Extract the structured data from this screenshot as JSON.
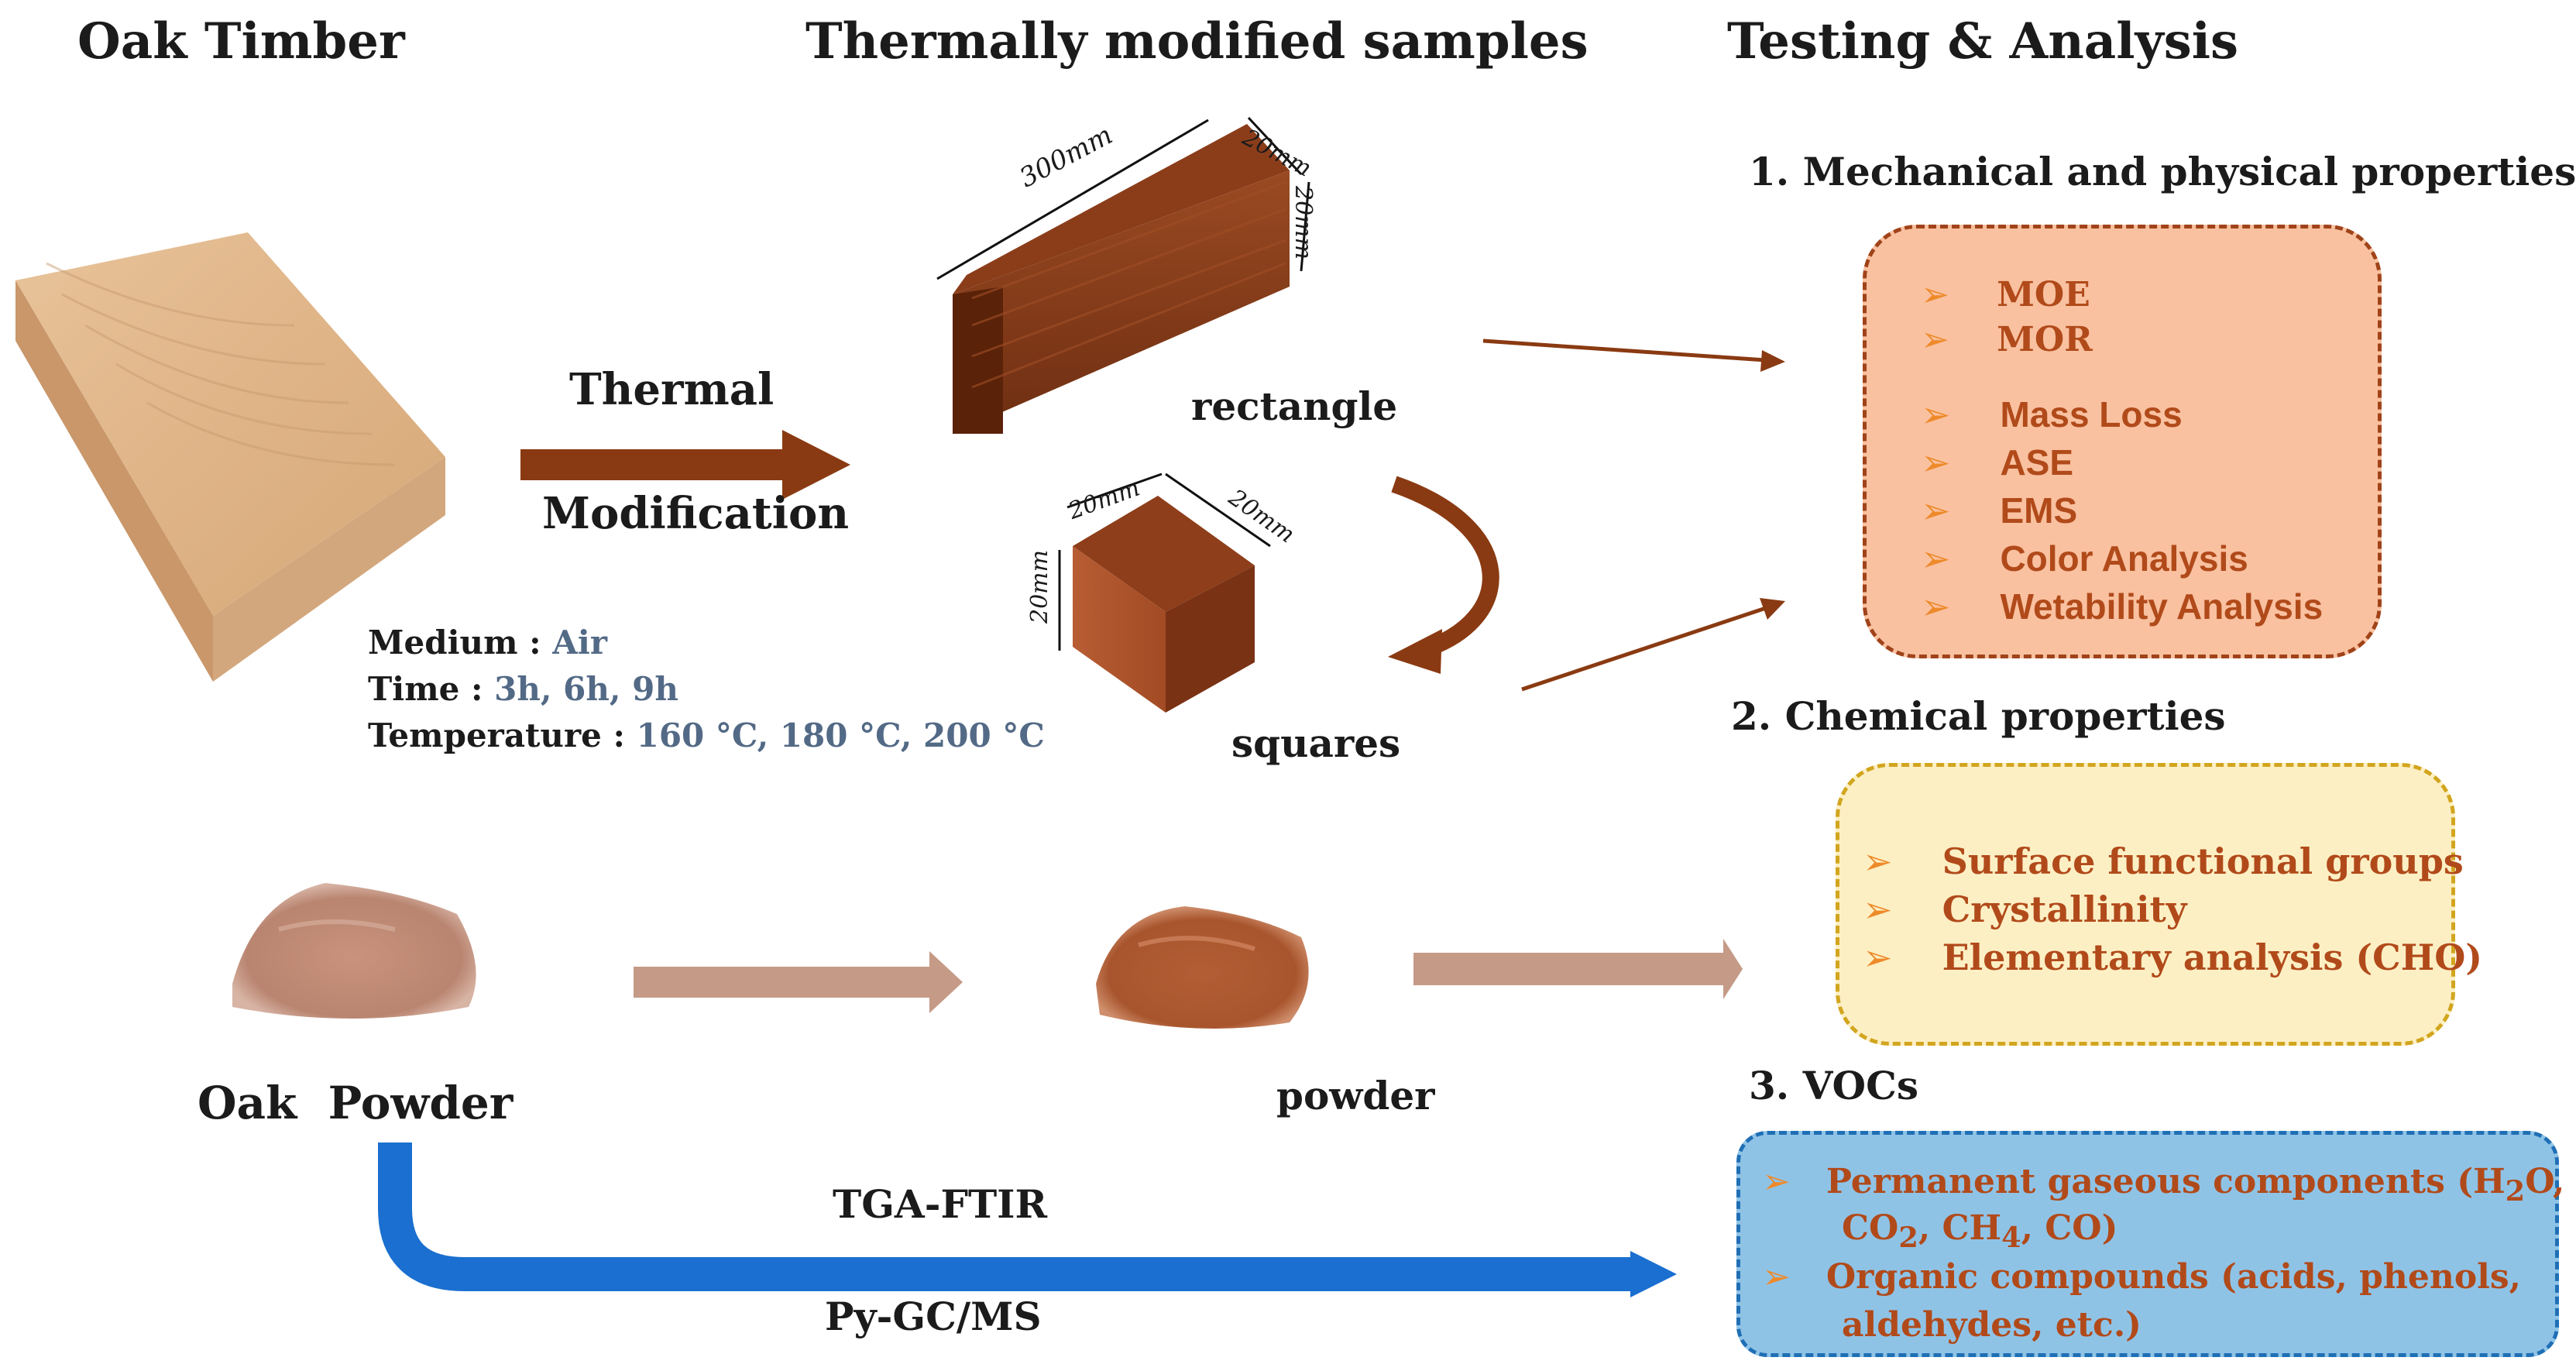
{
  "headers": {
    "col1": "Oak Timber",
    "col2": "Thermally modified samples",
    "col3": "Testing & Analysis"
  },
  "arrow_label": {
    "line1": "Thermal",
    "line2": "Modification"
  },
  "conditions": {
    "medium_label": "Medium",
    "medium_value": "Air",
    "time_label": "Time",
    "time_value": "3h, 6h, 9h",
    "temp_label": "Temperature",
    "temp_value": "160 °C, 180 °C, 200 °C",
    "sep": ":"
  },
  "dimensions": {
    "rect_length": "300mm",
    "rect_width": "20mm",
    "rect_height": "20mm",
    "cube_a": "20mm",
    "cube_b": "20mm",
    "cube_c": "20mm"
  },
  "sample_labels": {
    "rectangle": "rectangle",
    "squares": "squares",
    "powder": "powder"
  },
  "oak_powder": "Oak  Powder",
  "path_labels": {
    "tga": "TGA-FTIR",
    "py": "Py-GC/MS"
  },
  "section1": {
    "title": "1. Mechanical and physical properties",
    "items_serif": [
      "MOE",
      "MOR"
    ],
    "items_sans": [
      "Mass Loss",
      "ASE",
      "EMS",
      "Color Analysis",
      "Wetability Analysis"
    ]
  },
  "section2": {
    "title": "2. Chemical properties",
    "items": [
      "Surface functional groups",
      "Crystallinity",
      "Elementary analysis (CHO)"
    ]
  },
  "section3": {
    "title": "3. VOCs",
    "item1_line1_pre": "Permanent gaseous components (H",
    "item1_line1_sub": "2",
    "item1_line1_post": "O,",
    "item1_line2": {
      "co": "CO",
      "co_sub": "2",
      "ch": ", CH",
      "ch_sub": "4",
      "tail": ", CO)"
    },
    "item2_line1": "Organic compounds (acids, phenols,",
    "item2_line2": "aldehydes, etc.)"
  },
  "bullet_glyph": "➢",
  "colors": {
    "thermal_arrow": "#8a3a12",
    "powder_arrow": "#c59a86",
    "blue_arrow": "#1a6fd0",
    "box1_fill": "#f9c1a0",
    "box1_border": "#a0431a",
    "box2_fill": "#fdefc4",
    "box2_border": "#d2a51e",
    "box3_fill": "#8fc3e6",
    "box3_border": "#1f6fb5",
    "item_text": "#b14a1a",
    "value_text": "#536a86"
  }
}
